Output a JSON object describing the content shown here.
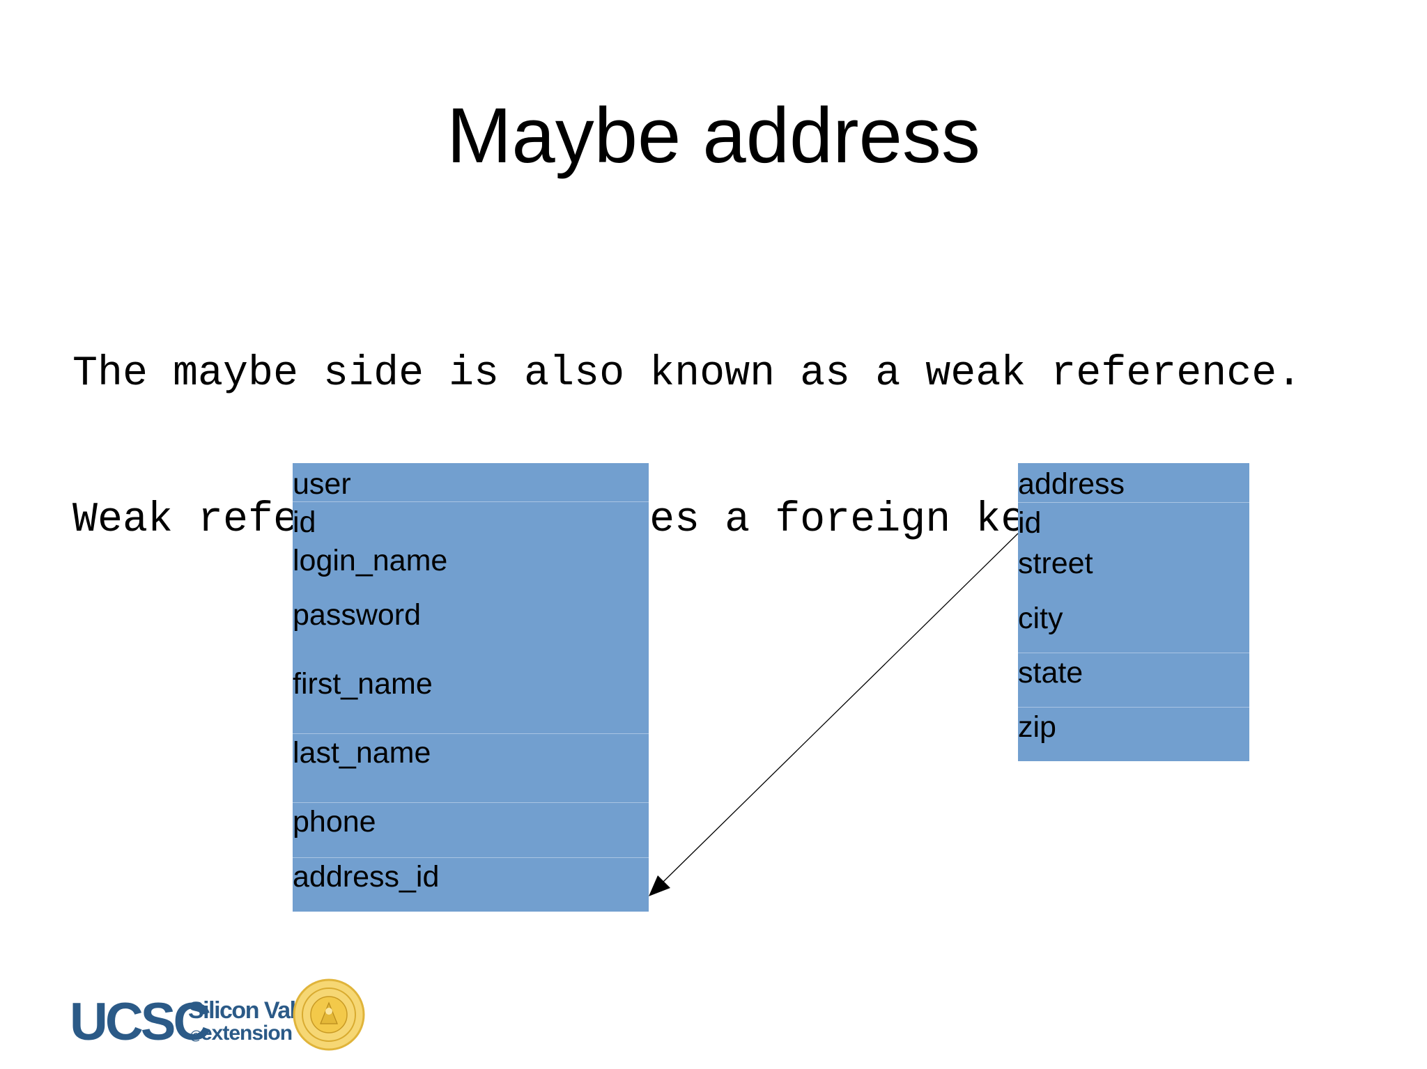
{
  "slide": {
    "title": "Maybe address",
    "body_lines": [
      "The maybe side is also known as a weak reference.",
      "Weak reference id becomes a foreign key"
    ]
  },
  "diagram": {
    "entities": [
      {
        "id": "user",
        "header": "user",
        "fields": [
          "id",
          "login_name",
          "password",
          "first_name",
          "last_name",
          "phone",
          "address_id"
        ]
      },
      {
        "id": "address",
        "header": "address",
        "fields": [
          "id",
          "street",
          "city",
          "state",
          "zip"
        ]
      }
    ],
    "relationships": [
      {
        "from": "address.id",
        "to": "user.address_id",
        "arrow_at": "user.address_id"
      }
    ]
  },
  "colors": {
    "entity_fill": "#729fcf",
    "divider": "#a9c4e3",
    "text": "#000000",
    "background": "#ffffff",
    "logo_blue": "#2b5a87",
    "seal_gold": "#f3c94a"
  },
  "logo": {
    "mark": "UCSC",
    "line1": "Silicon Valley",
    "line2": "extension",
    "seal": "university-seal"
  }
}
